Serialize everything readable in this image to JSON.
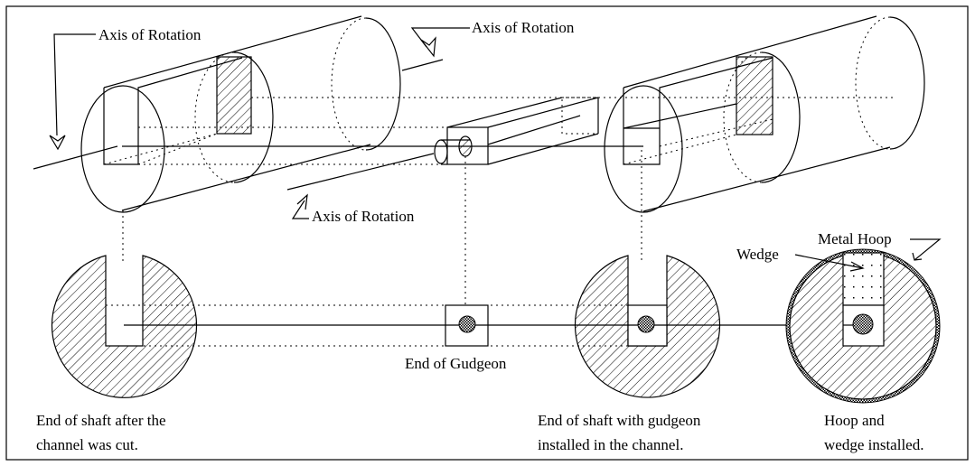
{
  "labels": {
    "axis_top_left": "Axis of Rotation",
    "axis_top_middle": "Axis of Rotation",
    "axis_bottom": "Axis of Rotation",
    "end_of_gudgeon": "End of Gudgeon",
    "metal_hoop": "Metal Hoop",
    "wedge": "Wedge"
  },
  "captions": {
    "left": [
      "End of shaft after the",
      "channel was cut."
    ],
    "middle": [
      "End of shaft with gudgeon",
      "installed in the channel."
    ],
    "right": [
      "Hoop and",
      "wedge installed."
    ]
  },
  "colors": {
    "line": "#000000",
    "background": "#ffffff"
  }
}
